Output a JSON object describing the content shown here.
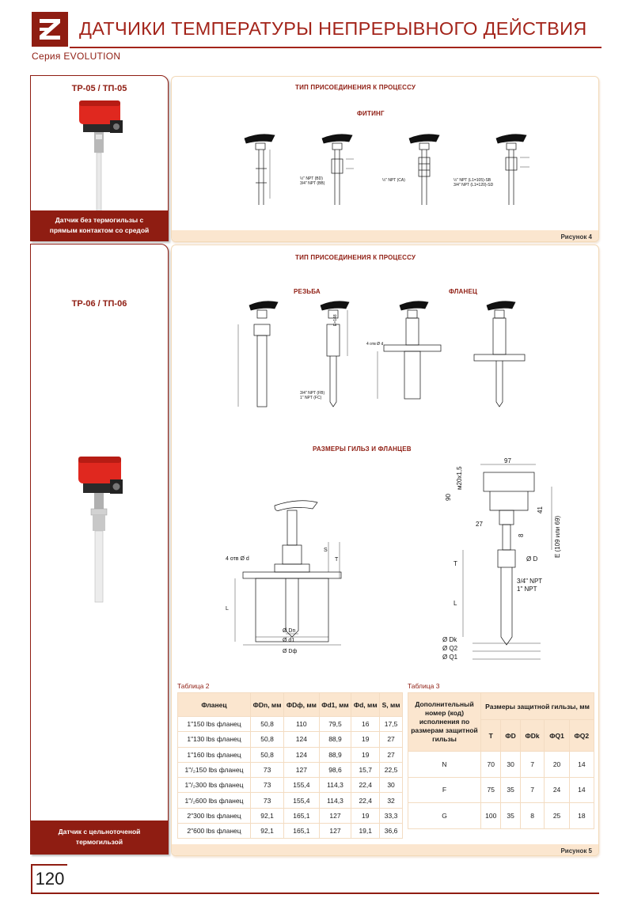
{
  "header": {
    "title": "ДАТЧИКИ ТЕМПЕРАТУРЫ НЕПРЕРЫВНОГО ДЕЙСТВИЯ",
    "series": "Серия EVOLUTION"
  },
  "card1": {
    "title": "TP-05 / ТП-05",
    "caption_line1": "Датчик без термогильзы с",
    "caption_line2": "прямым контактом со средой"
  },
  "card2": {
    "title": "TP-06 / ТП-06",
    "caption_line1": "Датчик с цельноточеной",
    "caption_line2": "термогильзой"
  },
  "panel1": {
    "heading": "ТИП ПРИСОЕДИНЕНИЯ К ПРОЦЕССУ",
    "subheading": "ФИТИНГ",
    "figure": "Рисунок 4"
  },
  "panel2": {
    "heading": "ТИП ПРИСОЕДИНЕНИЯ К ПРОЦЕССУ",
    "thread_label": "РЕЗЬБА",
    "flange_label": "ФЛАНЕЦ",
    "sizes_label": "РАЗМЕРЫ ГИЛЬЗ И ФЛАНЦЕВ",
    "figure": "Рисунок 5"
  },
  "drawing_labels": {
    "f1": "½\" NPT (BD)",
    "f2": "3/4\" NPT (BB)",
    "f3": "½\" NPT (CA)",
    "f4": "½\" NPT (L1=105)-SB",
    "f5": "3/4\" NPT (L1=120)-SD",
    "e148": "E=148",
    "e109": "E (109 или 69)",
    "npt1": "3/4\" NPT (FB)",
    "npt2": "1\" NPT (FC)",
    "four_holes": "4 отв Ø d",
    "d97": "97",
    "m20": "м20х1,5",
    "d90": "90",
    "d41": "41",
    "d27": "27",
    "d8": "8",
    "od": "Ø D",
    "odk": "Ø Dk",
    "oq1": "Ø Q1",
    "oq2": "Ø Q2",
    "odn": "Ø Dn",
    "od1": "Ø d1",
    "odf": "Ø Dф",
    "sT": "T",
    "sL": "L",
    "sS": "S",
    "npt34": "3/4\" NPT",
    "npt1in": "1\" NPT"
  },
  "table2": {
    "caption": "Таблица 2",
    "headers": [
      "Фланец",
      "ФDn, мм",
      "ФDф, мм",
      "Фd1, мм",
      "Фd, мм",
      "S, мм"
    ],
    "rows": [
      [
        "1\"150 lbs фланец",
        "50,8",
        "110",
        "79,5",
        "16",
        "17,5"
      ],
      [
        "1\"130 lbs фланец",
        "50,8",
        "124",
        "88,9",
        "19",
        "27"
      ],
      [
        "1\"160 lbs фланец",
        "50,8",
        "124",
        "88,9",
        "19",
        "27"
      ],
      [
        "1\"/₂150 lbs фланец",
        "73",
        "127",
        "98,6",
        "15,7",
        "22,5"
      ],
      [
        "1\"/₂300 lbs фланец",
        "73",
        "155,4",
        "114,3",
        "22,4",
        "30"
      ],
      [
        "1\"/₂600 lbs фланец",
        "73",
        "155,4",
        "114,3",
        "22,4",
        "32"
      ],
      [
        "2\"300 lbs фланец",
        "92,1",
        "165,1",
        "127",
        "19",
        "33,3"
      ],
      [
        "2\"600 lbs фланец",
        "92,1",
        "165,1",
        "127",
        "19,1",
        "36,6"
      ]
    ]
  },
  "table3": {
    "caption": "Таблица 3",
    "header_left": "Дополнительный номер (код) исполнения по размерам защитной гильзы",
    "header_group": "Размеры защитной гильзы, мм",
    "subheaders": [
      "T",
      "ФD",
      "ФDk",
      "ФQ1",
      "ФQ2"
    ],
    "rows": [
      [
        "N",
        "70",
        "30",
        "7",
        "20",
        "14"
      ],
      [
        "F",
        "75",
        "35",
        "7",
        "24",
        "14"
      ],
      [
        "G",
        "100",
        "35",
        "8",
        "25",
        "18"
      ]
    ]
  },
  "page": {
    "number": "120"
  },
  "colors": {
    "brand": "#8f1d12",
    "accent": "#a3241a",
    "panel_fill": "#fbe6cf",
    "sensor_red": "#e0281f"
  }
}
